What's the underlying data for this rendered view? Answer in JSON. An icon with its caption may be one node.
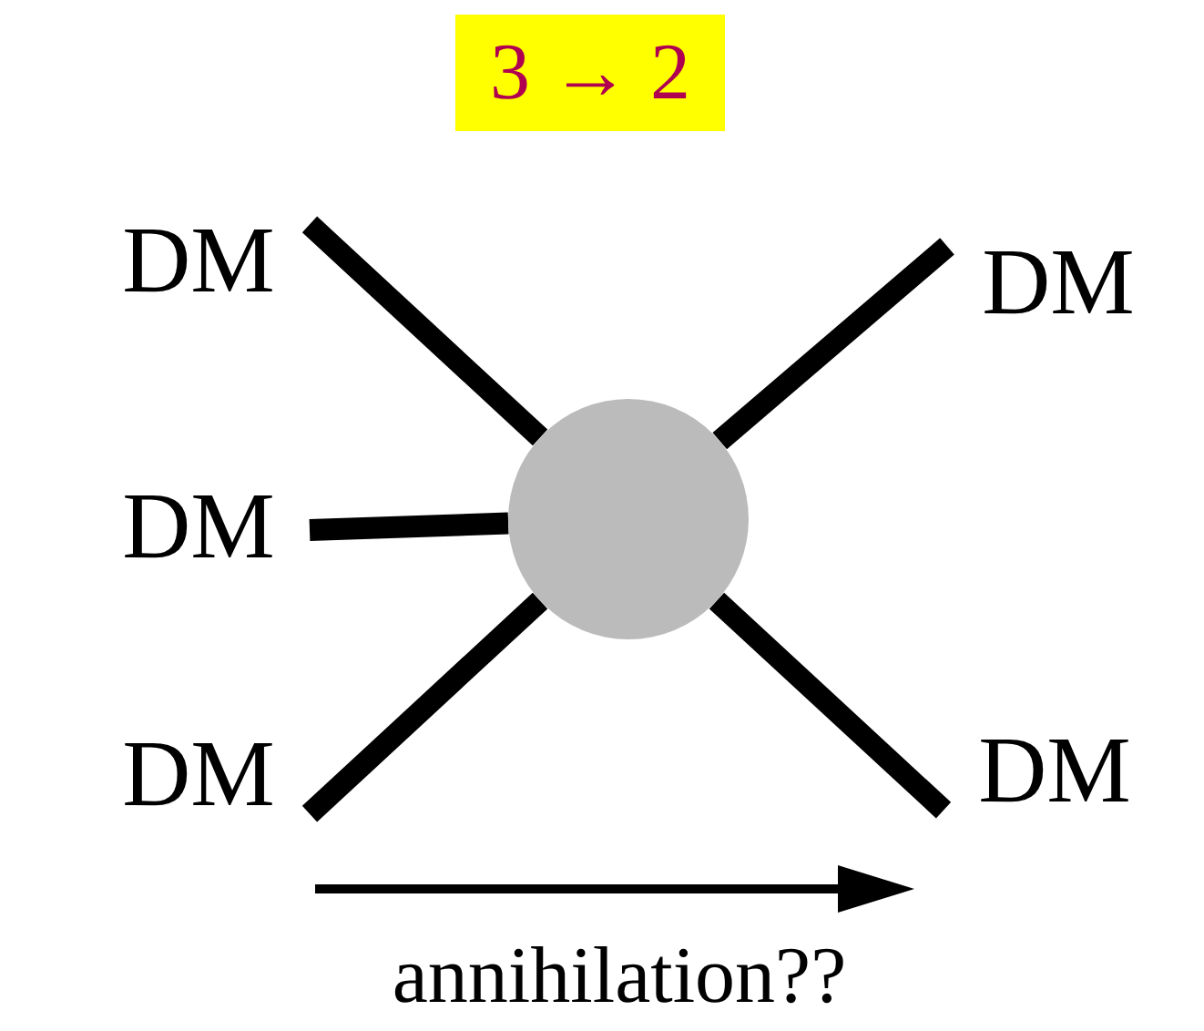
{
  "diagram": {
    "nodes": [
      {
        "text": [
          "3 → 2"
        ]
      },
      {
        "text": [
          "DM"
        ]
      },
      {
        "text": [
          "DM"
        ]
      },
      {
        "text": [
          "DM"
        ]
      },
      {
        "text": [
          "DM"
        ]
      },
      {
        "text": [
          "DM"
        ]
      },
      {
        "text": [],
        "shape": "circle"
      }
    ],
    "edges": [
      {
        "from": 1,
        "to": 6,
        "arrow": "none"
      },
      {
        "from": 2,
        "to": 6,
        "arrow": "none"
      },
      {
        "from": 3,
        "to": 6,
        "arrow": "none"
      },
      {
        "from": 4,
        "to": 6,
        "arrow": "none"
      },
      {
        "from": 5,
        "to": 6,
        "arrow": "none"
      }
    ],
    "labels": [
      "annihilation??"
    ]
  }
}
